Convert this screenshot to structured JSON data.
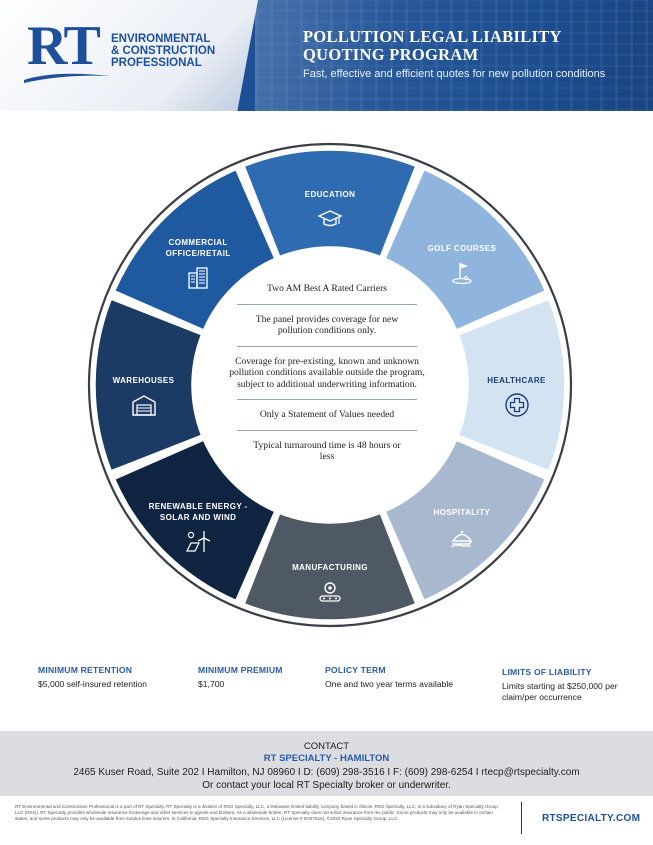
{
  "header": {
    "logo_mark": "RT",
    "logo_lines": [
      "ENVIRONMENTAL",
      "& CONSTRUCTION",
      "PROFESSIONAL"
    ],
    "title_lines": [
      "POLLUTION LEGAL LIABILITY",
      "QUOTING PROGRAM"
    ],
    "subtitle": "Fast, effective and efficient quotes for new pollution conditions"
  },
  "wheel": {
    "segments": [
      {
        "label_lines": [
          "EDUCATION"
        ],
        "icon": "graduation-cap-icon",
        "color": "#2f6bb0",
        "text_color": "#ffffff"
      },
      {
        "label_lines": [
          "GOLF COURSES"
        ],
        "icon": "golf-flag-icon",
        "color": "#8fb4dd",
        "text_color": "#ffffff"
      },
      {
        "label_lines": [
          "HEALTHCARE"
        ],
        "icon": "medical-cross-icon",
        "color": "#d3e3f2",
        "text_color": "#1b3e74"
      },
      {
        "label_lines": [
          "HOSPITALITY"
        ],
        "icon": "serving-cloche-icon",
        "color": "#a8b9cf",
        "text_color": "#ffffff"
      },
      {
        "label_lines": [
          "MANUFACTURING"
        ],
        "icon": "conveyor-gear-icon",
        "color": "#4e5963",
        "text_color": "#ffffff"
      },
      {
        "label_lines": [
          "RENEWABLE ENERGY -",
          "SOLAR AND WIND"
        ],
        "icon": "solar-wind-icon",
        "color": "#0f2440",
        "text_color": "#ffffff"
      },
      {
        "label_lines": [
          "WAREHOUSES"
        ],
        "icon": "warehouse-icon",
        "color": "#1b3a64",
        "text_color": "#ffffff"
      },
      {
        "label_lines": [
          "COMMERCIAL",
          "OFFICE/RETAIL"
        ],
        "icon": "office-building-icon",
        "color": "#1f5aa1",
        "text_color": "#ffffff"
      }
    ],
    "center_items": [
      "Two AM Best A Rated Carriers",
      "The panel provides coverage for new pollution conditions only.",
      "Coverage for pre-existing, known and unknown pollution conditions available outside the program, subject to additional underwriting information.",
      "Only a Statement of Values needed",
      "Typical turnaround time is 48 hours or less"
    ]
  },
  "facts": [
    {
      "title": "MINIMUM RETENTION",
      "value": "$5,000 self-insured retention"
    },
    {
      "title": "MINIMUM PREMIUM",
      "value": "$1,700"
    },
    {
      "title": "POLICY TERM",
      "value": "One and two year terms available"
    },
    {
      "title": "LIMITS OF LIABILITY",
      "value": "Limits starting at $250,000 per claim/per occurrence"
    }
  ],
  "contact": {
    "heading": "CONTACT",
    "name": "RT SPECIALTY - HAMILTON",
    "address": "2465 Kuser Road, Suite 202 I Hamilton, NJ 08960 I D: (609) 298-3516 I F: (609) 298-6254 I rtecp@rtspecialty.com",
    "or_line": "Or contact your local RT Specialty broker or underwriter."
  },
  "footer": {
    "disclaimer": "RT Environmental and Construction Professional is a part of RT Specialty. RT Specialty is a division of RSG Specialty, LLC, a Delaware limited liability company based in Illinois. RSG Specialty, LLC, is a subsidiary of Ryan Specialty Group, LLC (RSG). RT Specialty provides wholesale insurance brokerage and other services to agents and brokers. As a wholesale broker, RT Specialty does not solicit insurance from the public. Some products may only be available in certain states, and some products may only be available from surplus lines insurers. In California: RSG Specialty Insurance Services, LLC (License # 0G97516). ©2022 Ryan Specialty Group, LLC.",
    "url": "RTSPECIALTY.COM"
  }
}
